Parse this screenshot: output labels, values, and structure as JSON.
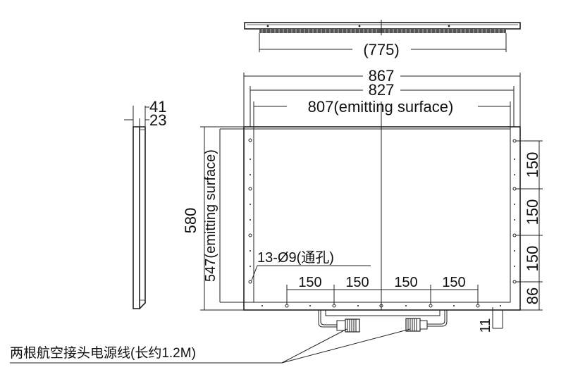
{
  "top_view": {
    "width_label": "(775)"
  },
  "front_view": {
    "overall_width": "867",
    "inner_width": "827",
    "emitting_width": "807(emitting surface)",
    "overall_height": "580",
    "emitting_height": "547(emitting surface)",
    "hole_note": "13-Ø9(通孔)",
    "bottom_spacings": [
      "150",
      "150",
      "150",
      "150"
    ],
    "right_spacings": [
      "150",
      "150",
      "150",
      "86"
    ],
    "corner_offset": "11"
  },
  "side_view": {
    "depth_outer": "41",
    "depth_inner": "23"
  },
  "cable_note": "两根航空接头电源线(长约1.2M)"
}
